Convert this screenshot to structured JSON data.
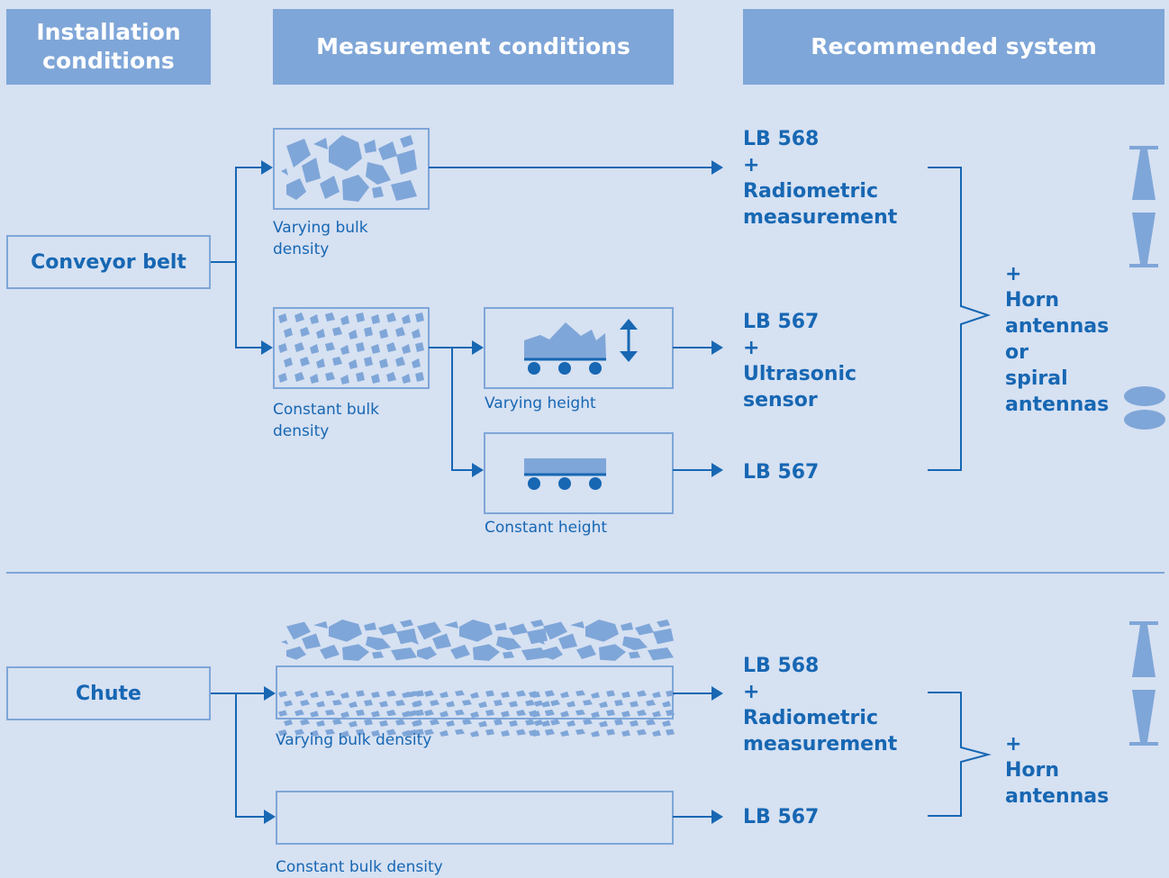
{
  "headers": {
    "installation": "Installation conditions",
    "measurement": "Measurement conditions",
    "recommended": "Recommended system"
  },
  "installation": {
    "conveyor_belt": "Conveyor belt",
    "chute": "Chute"
  },
  "conditions": {
    "belt_varying_density": "Varying bulk density",
    "belt_constant_density": "Constant bulk density",
    "varying_height": "Varying height",
    "constant_height": "Constant height",
    "chute_varying_density": "Varying bulk density",
    "chute_constant_density": "Constant bulk density"
  },
  "systems": {
    "belt_1": [
      "LB 568",
      "+",
      "Radiometric",
      "measurement"
    ],
    "belt_2": [
      "LB 567",
      "+",
      "Ultrasonic",
      "sensor"
    ],
    "belt_3": "LB 567",
    "belt_antennas": [
      "+",
      "Horn antennas",
      "or",
      "spiral antennas"
    ],
    "chute_1": [
      "LB 568",
      "+",
      "Radiometric",
      "measurement"
    ],
    "chute_2": "LB 567",
    "chute_antennas": [
      "+",
      "Horn antennas"
    ]
  },
  "icons": [
    "horn-antenna-icon",
    "spiral-antenna-icon",
    "double-arrow-icon",
    "conveyor-rollers-icon"
  ],
  "colors": {
    "background": "#d6e1f2",
    "header": "#7fa6d8",
    "text": "#1767b3"
  }
}
